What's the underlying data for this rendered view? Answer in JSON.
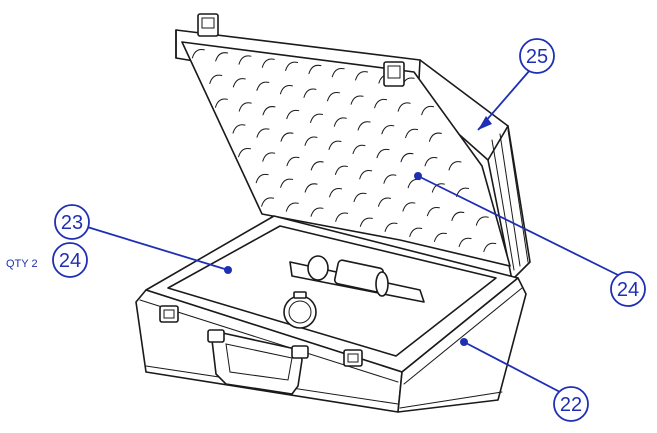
{
  "colors": {
    "callout": "#1f2fb4",
    "line_art": "#1a1a1a",
    "background": "#ffffff"
  },
  "callouts": {
    "c25": {
      "label": "25"
    },
    "c24_lid": {
      "label": "24"
    },
    "c23": {
      "label": "23"
    },
    "c24_qty": {
      "label": "24",
      "qty_text": "QTY 2"
    },
    "c22": {
      "label": "22"
    }
  }
}
